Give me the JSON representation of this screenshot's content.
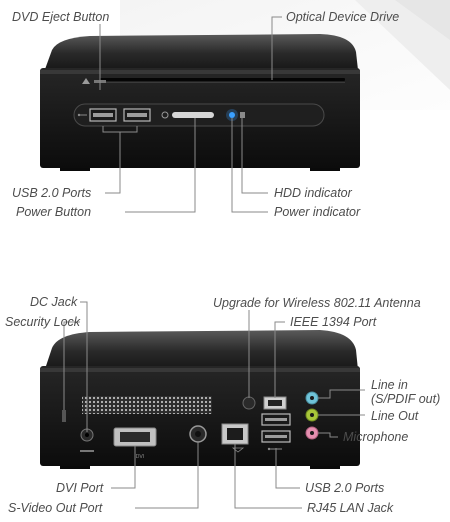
{
  "front_view": {
    "callouts": {
      "dvd_eject": "DVD Eject Button",
      "optical_drive": "Optical Device Drive",
      "usb_ports": "USB 2.0 Ports",
      "power_button": "Power Button",
      "hdd_indicator": "HDD indicator",
      "power_indicator": "Power indicator"
    }
  },
  "rear_view": {
    "callouts": {
      "dc_jack": "DC Jack",
      "security_lock": "Security Lock",
      "wireless_antenna": "Upgrade for Wireless 802.11 Antenna",
      "ieee_1394": "IEEE 1394 Port",
      "line_in_1": "Line in",
      "line_in_2": "(S/PDIF out)",
      "line_out": "Line Out",
      "microphone": "Microphone",
      "dvi_port": "DVI Port",
      "svideo_port": "S-Video Out Port",
      "usb_ports": "USB 2.0 Ports",
      "rj45": "RJ45 LAN Jack"
    }
  },
  "colors": {
    "case_body": "#161616",
    "case_top": "#2a2a2a",
    "callout_line": "#8a8a8a",
    "label_text": "#4d4d4d",
    "power_led": "#3aa0ff",
    "audio_line_in": "#6fc3d8",
    "audio_line_out": "#a8c63a",
    "audio_mic": "#e58fb0"
  }
}
